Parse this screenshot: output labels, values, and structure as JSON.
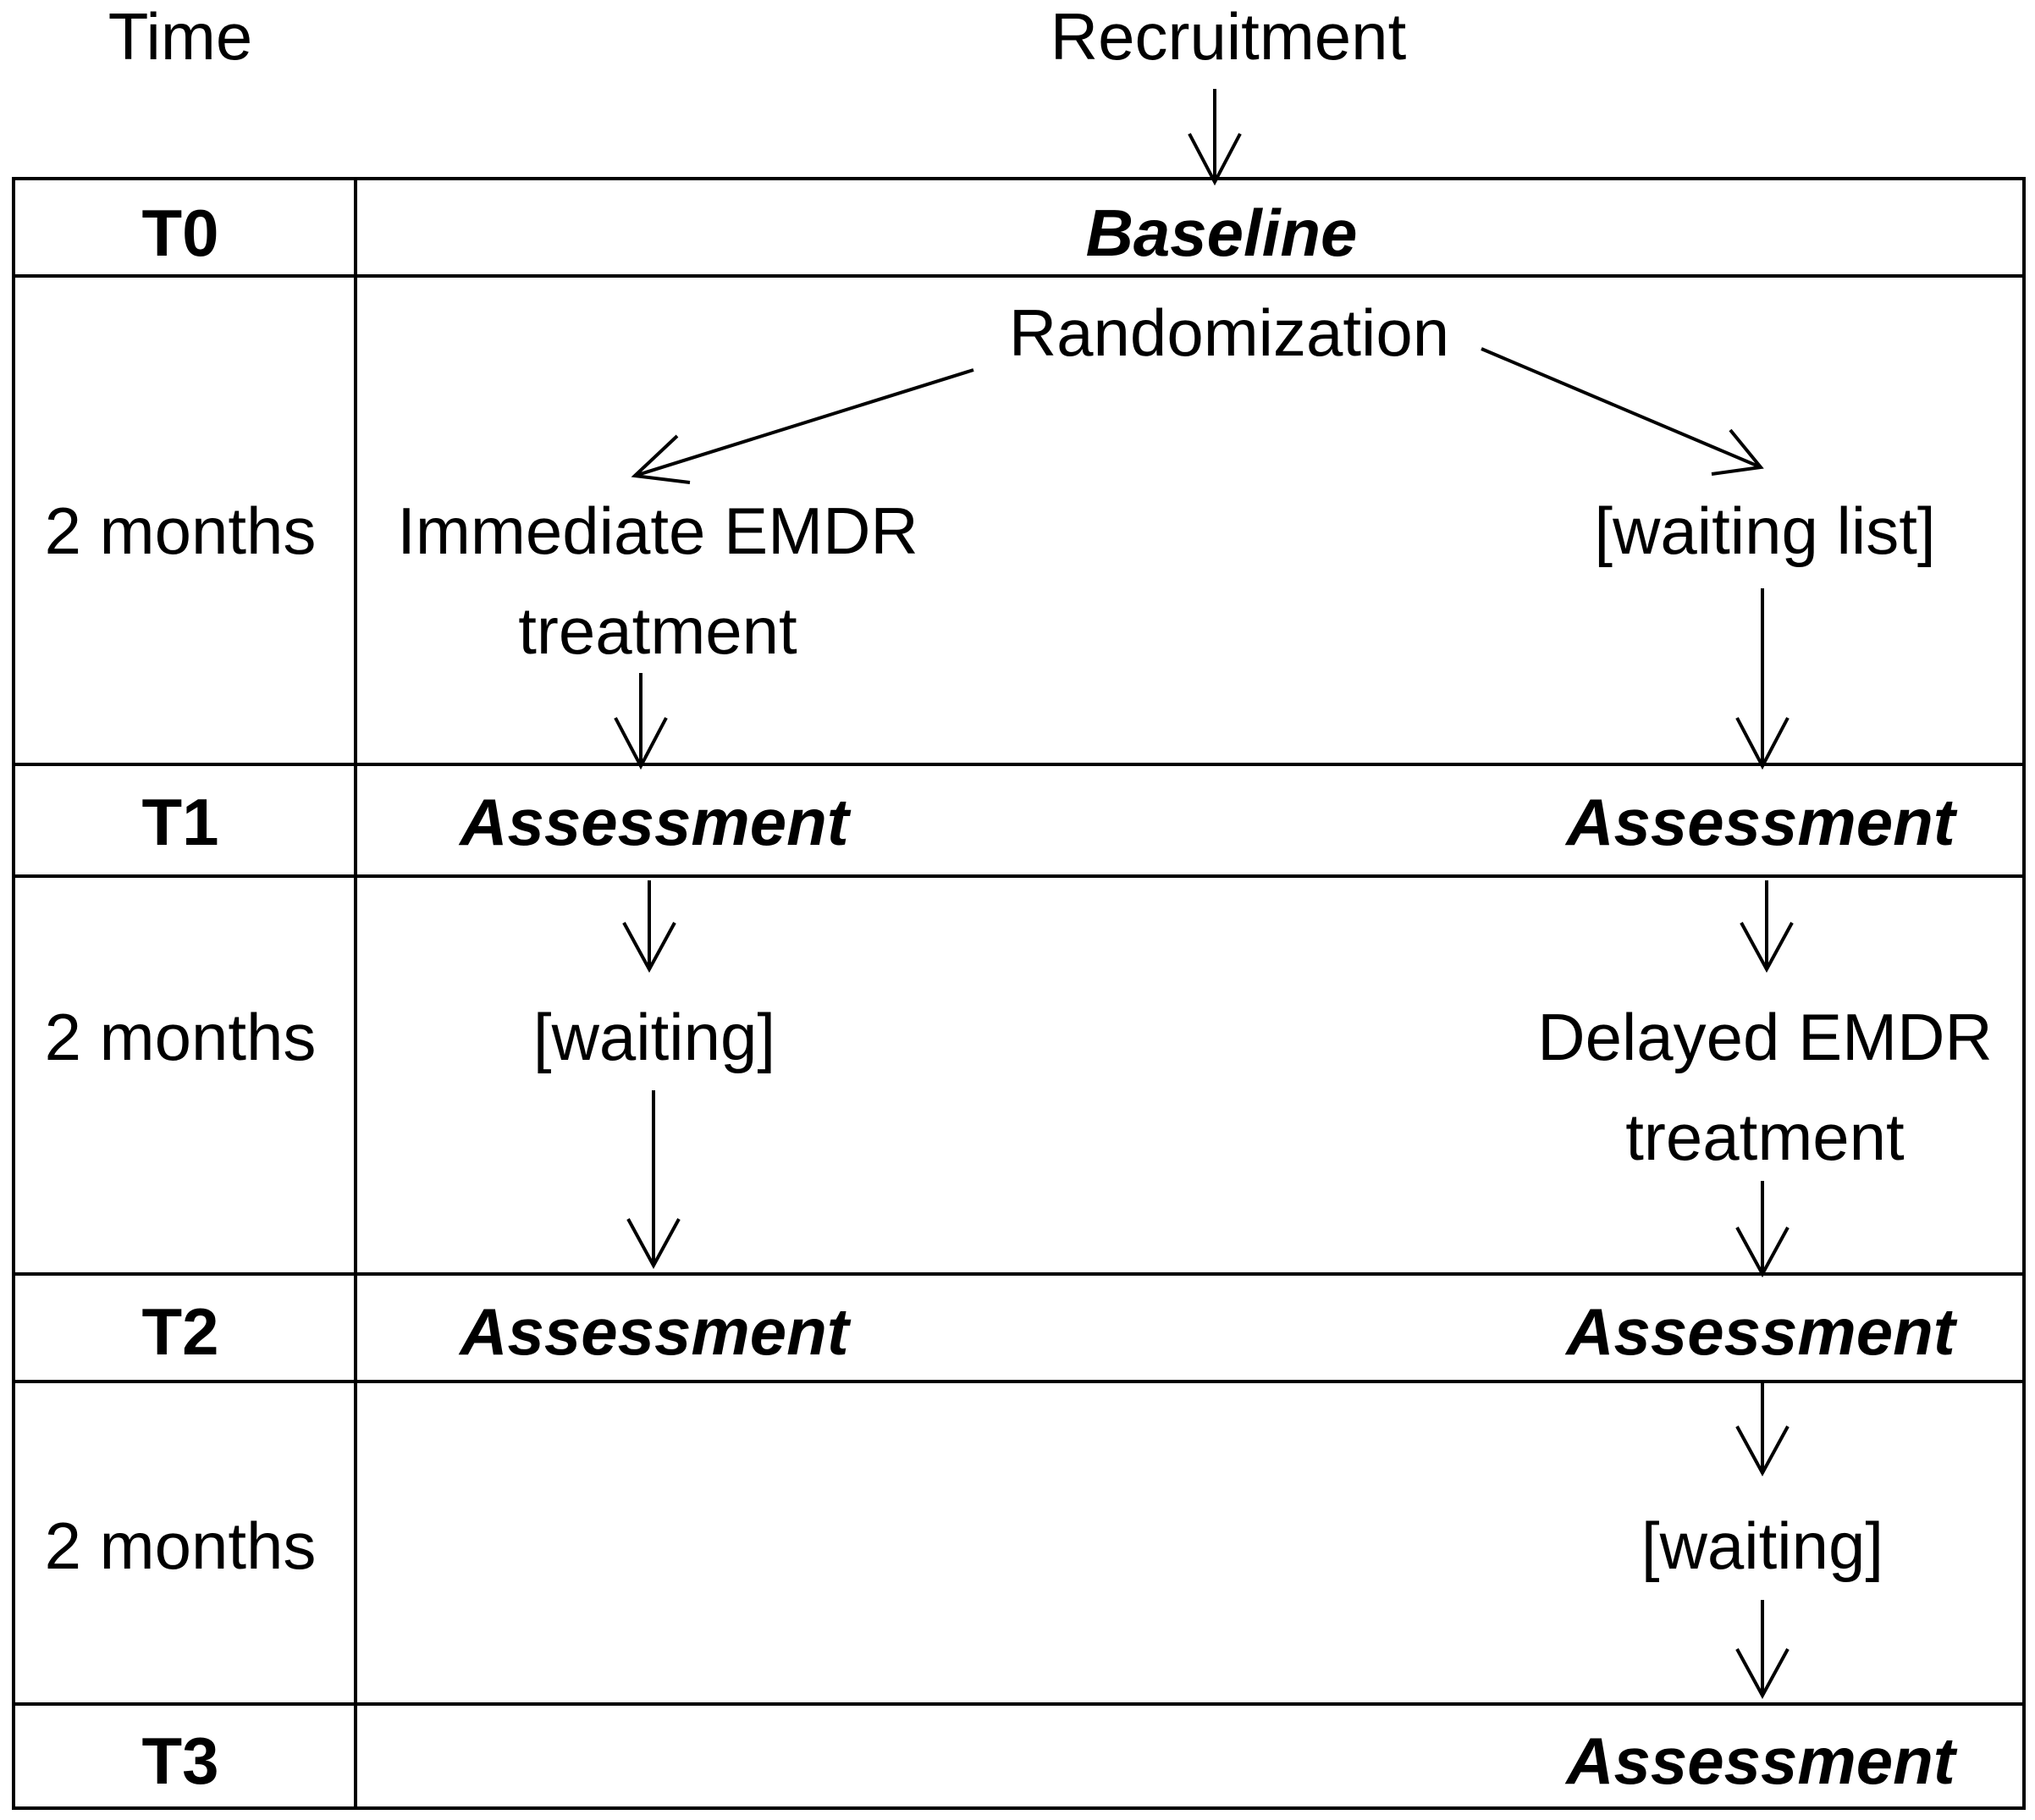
{
  "header": {
    "time_label": "Time",
    "recruitment": "Recruitment"
  },
  "rows": {
    "t0": {
      "label": "T0",
      "content": "Baseline"
    },
    "period1": {
      "label": "2 months",
      "randomization": "Randomization",
      "left_line1": "Immediate EMDR",
      "left_line2": "treatment",
      "right": "[waiting list]"
    },
    "t1": {
      "label": "T1",
      "left": "Assessment",
      "right": "Assessment"
    },
    "period2": {
      "label": "2 months",
      "left": "[waiting]",
      "right_line1": "Delayed EMDR",
      "right_line2": "treatment"
    },
    "t2": {
      "label": "T2",
      "left": "Assessment",
      "right": "Assessment"
    },
    "period3": {
      "label": "2 months",
      "right": "[waiting]"
    },
    "t3": {
      "label": "T3",
      "right": "Assessment"
    }
  }
}
